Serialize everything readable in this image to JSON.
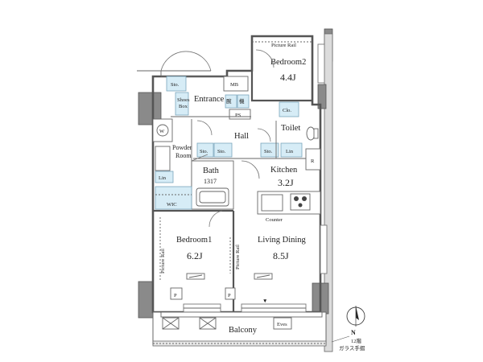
{
  "rooms": {
    "bedroom2": {
      "name": "Bedroom2",
      "size": "4.4J"
    },
    "bedroom1": {
      "name": "Bedroom1",
      "size": "6.2J"
    },
    "kitchen": {
      "name": "Kitchen",
      "size": "3.2J"
    },
    "living": {
      "name": "Living Dining",
      "size": "8.5J"
    },
    "bath": {
      "name": "Bath",
      "size": "1317"
    },
    "entrance": {
      "name": "Entrance"
    },
    "hall": {
      "name": "Hall"
    },
    "toilet": {
      "name": "Toilet"
    },
    "powder": {
      "name": "Powder\nRoom",
      "line1": "Powder",
      "line2": "Room"
    },
    "balcony": {
      "name": "Balcony"
    }
  },
  "labels": {
    "picture_rail": "Picture Rail",
    "sto": "Sto.",
    "clo": "Clo.",
    "lin": "Lin",
    "mb": "MB",
    "ps": "PS",
    "wic": "WIC",
    "counter": "Counter",
    "shoes_box": "Shoes\nBox",
    "shoes_box_1": "Shoes",
    "shoes_box_2": "Box",
    "w": "W",
    "r": "R",
    "p": "P",
    "eves": "Eves",
    "door_mark": "▼",
    "glass_1": "腕",
    "glass_2": "機"
  },
  "compass": {
    "letter": "N",
    "note_1": "12階",
    "note_2": "ガラス手摺"
  }
}
